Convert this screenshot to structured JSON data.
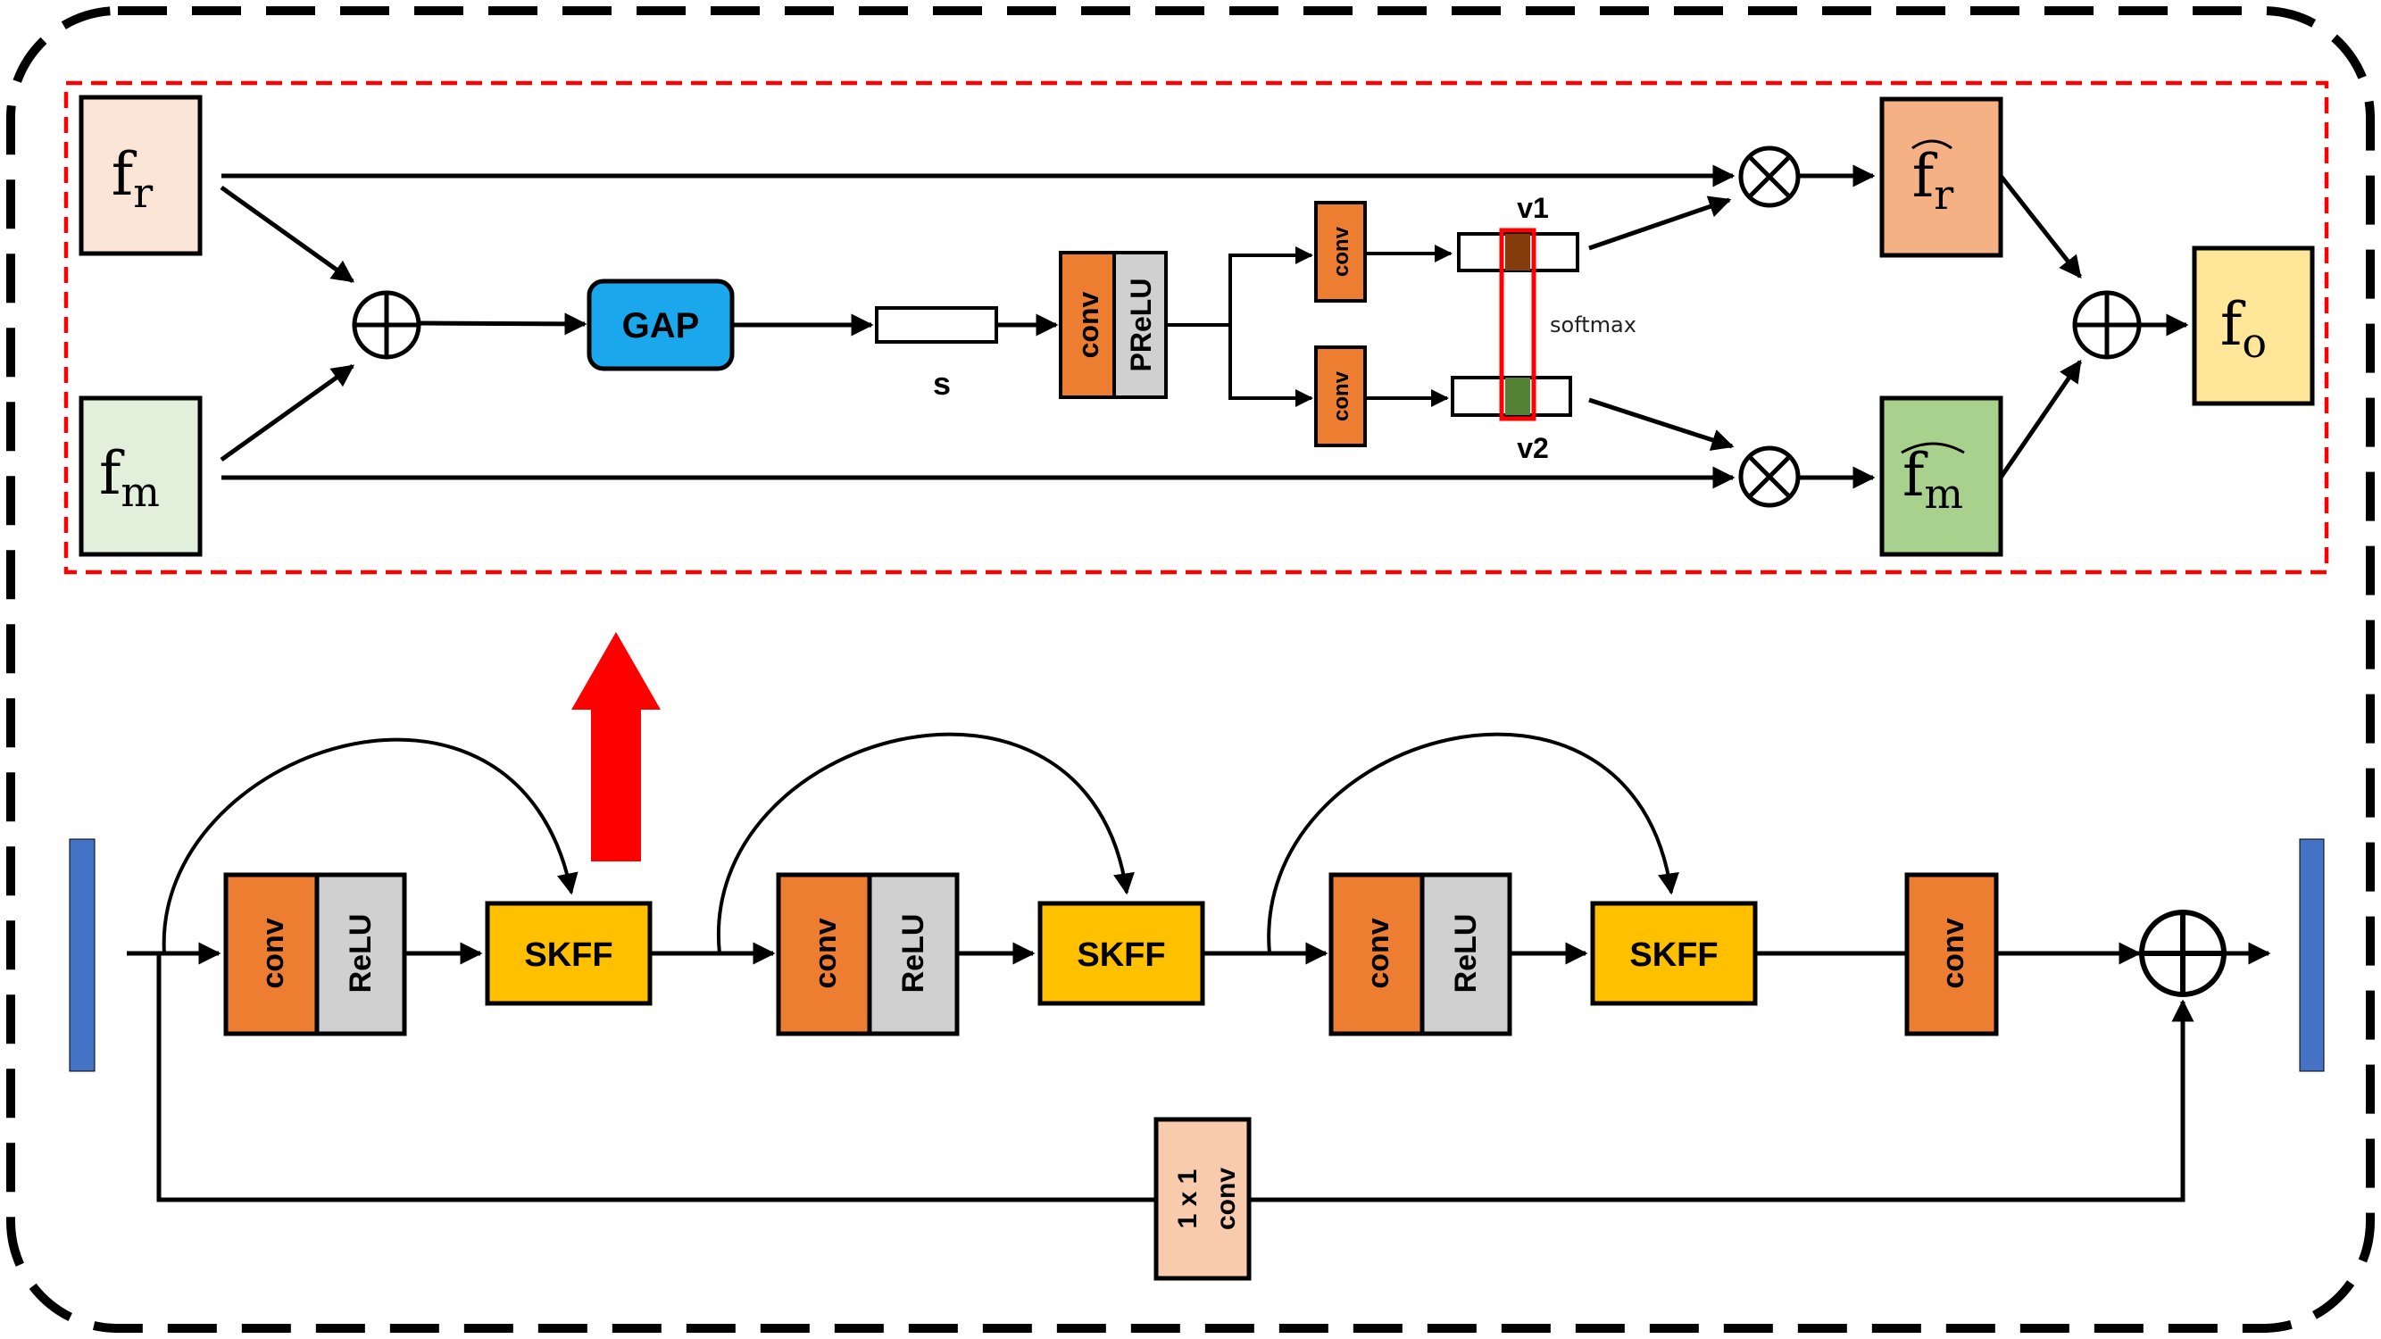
{
  "colors": {
    "conv": "#ED7D31",
    "relu": "#D0D0D0",
    "skff": "#FFC000",
    "gap": "#1AA7EC",
    "fr": "#FBE5D6",
    "fm": "#E2EFDA",
    "fr_hat": "#F4B183",
    "fm_hat": "#A9D18E",
    "fo": "#FFE699",
    "conv1x1": "#F8CBAD",
    "io_bar": "#4472C4",
    "highlight_border": "#FF0000",
    "arrow_red": "#FF0000",
    "v1_cell": "#843C0C",
    "v2_cell": "#548235"
  },
  "skff_detail": {
    "fr_base": "f",
    "fr_sub": "r",
    "fm_base": "f",
    "fm_sub": "m",
    "fo_base": "f",
    "fo_sub": "o",
    "fr_hat_base": "f",
    "fr_hat_sub": "r",
    "fm_hat_base": "f",
    "fm_hat_sub": "m",
    "gap_label": "GAP",
    "s_label": "s",
    "conv_label": "conv",
    "prelu_label": "PReLU",
    "conv_top_label": "conv",
    "conv_bottom_label": "conv",
    "v1_label": "v1",
    "v2_label": "v2",
    "softmax_label": "softmax",
    "add_symbol": "⊕",
    "mul_symbol": "⊗"
  },
  "pipeline": {
    "blocks": [
      {
        "conv_label": "conv",
        "relu_label": "ReLU",
        "skff_label": "SKFF"
      },
      {
        "conv_label": "conv",
        "relu_label": "ReLU",
        "skff_label": "SKFF"
      },
      {
        "conv_label": "conv",
        "relu_label": "ReLU",
        "skff_label": "SKFF"
      }
    ],
    "final_conv_label": "conv",
    "conv1x1_line1": "1 x 1",
    "conv1x1_line2": "conv",
    "add_symbol": "⊕"
  }
}
